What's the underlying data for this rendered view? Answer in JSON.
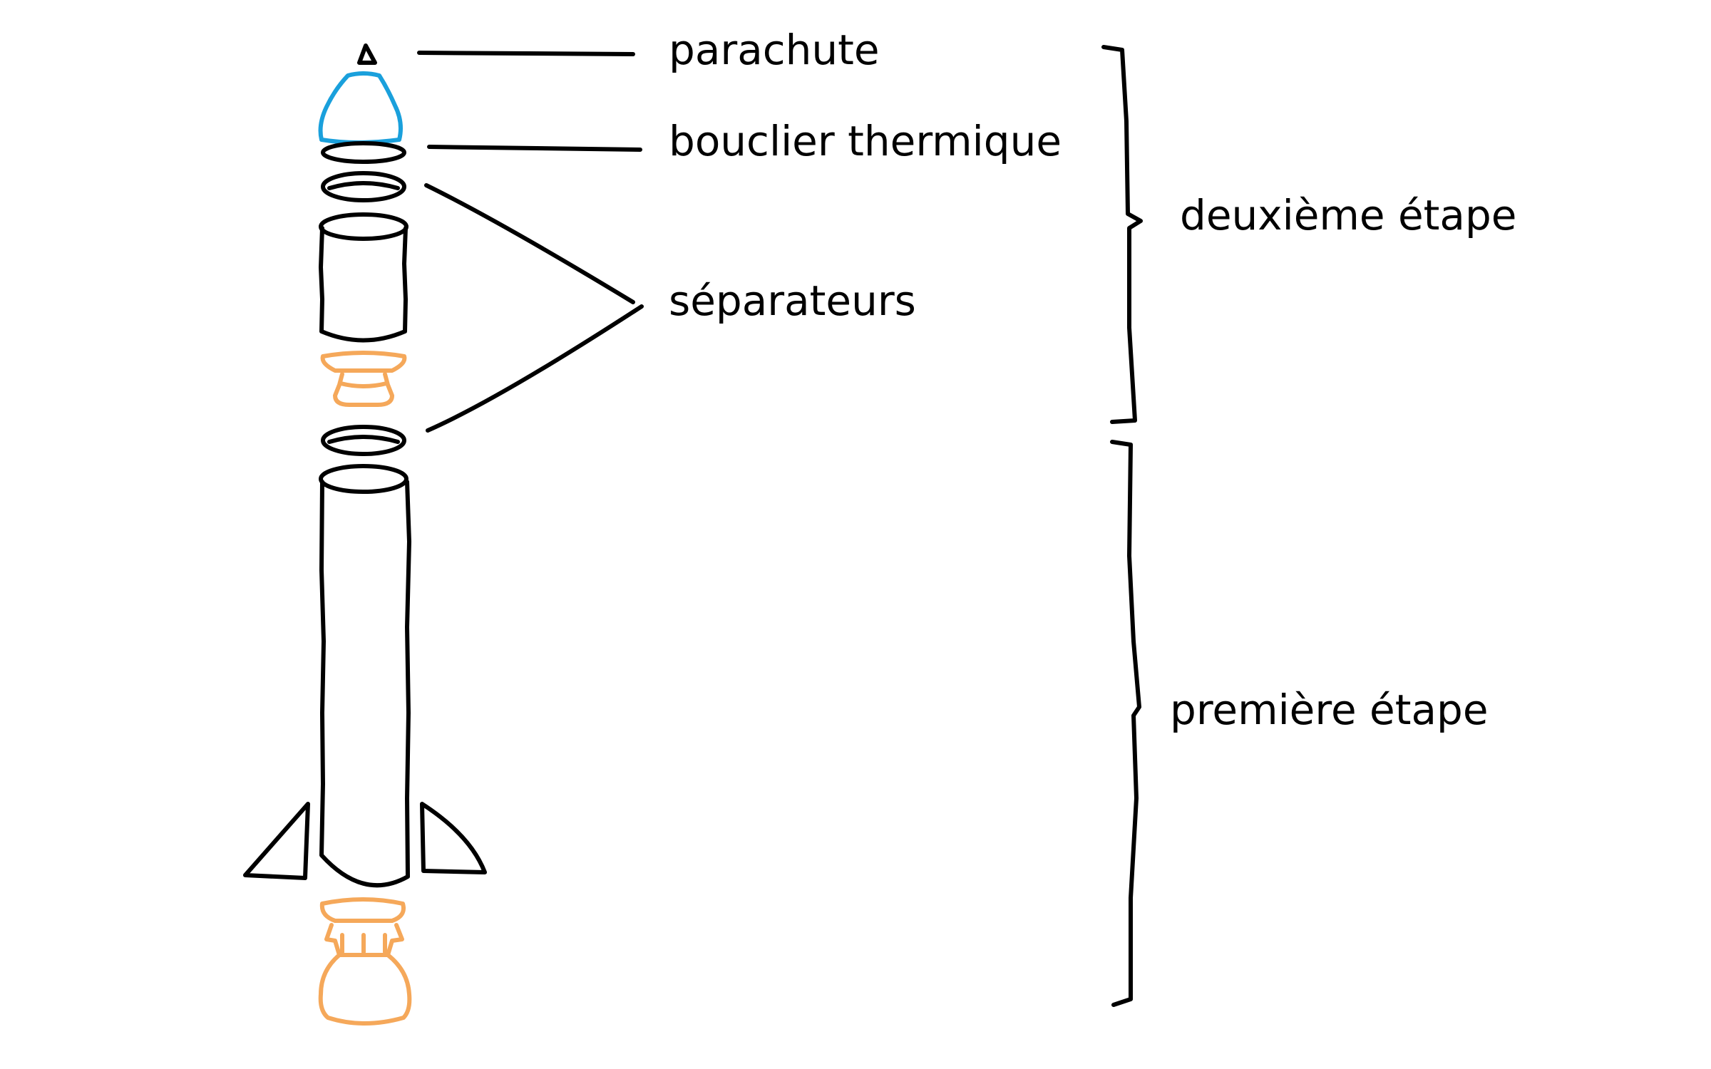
{
  "labels": {
    "parachute": "parachute",
    "heat_shield": "bouclier thermique",
    "separators": "séparateurs",
    "second_stage": "deuxième étape",
    "first_stage": "première étape"
  },
  "colors": {
    "ink": "#000000",
    "parachute": "#1aa0dc",
    "engine": "#f5a85a",
    "background": "#ffffff"
  }
}
